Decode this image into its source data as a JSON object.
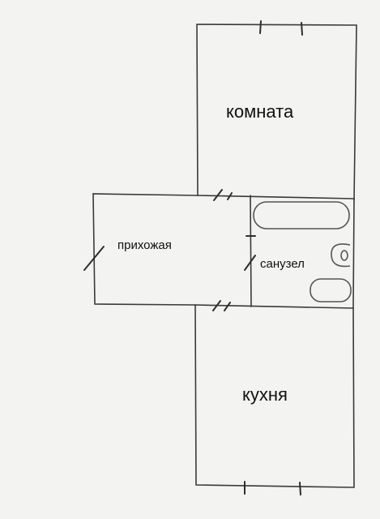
{
  "rooms": {
    "room": "комната",
    "hallway": "прихожая",
    "bathroom": "санузел",
    "kitchen": "кухня"
  },
  "colors": {
    "paper": "#f3f3f1",
    "line": "#3a3a3a",
    "fixture": "#555555"
  }
}
